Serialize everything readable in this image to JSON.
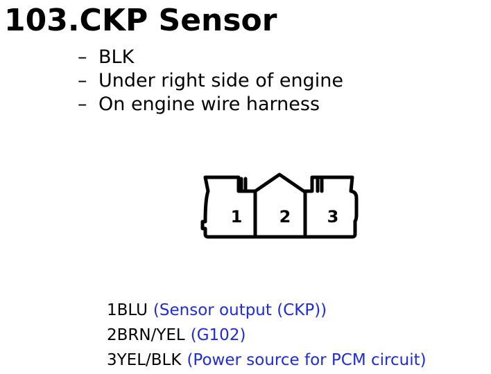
{
  "title": "103.CKP Sensor",
  "bullets": [
    {
      "dash": "–",
      "text": "BLK"
    },
    {
      "dash": "–",
      "text": "Under right side of engine"
    },
    {
      "dash": "–",
      "text": "On engine wire harness"
    }
  ],
  "connector": {
    "pin_labels": [
      "1",
      "2",
      "3"
    ]
  },
  "pins": [
    {
      "id": "1BLU",
      "desc": "(Sensor output (CKP))"
    },
    {
      "id": "2BRN/YEL",
      "desc": "(G102)"
    },
    {
      "id": "3YEL/BLK",
      "desc": "(Power source for PCM circuit)"
    }
  ],
  "colors": {
    "text": "#000000",
    "description": "#1f2bd6",
    "background": "#ffffff"
  }
}
